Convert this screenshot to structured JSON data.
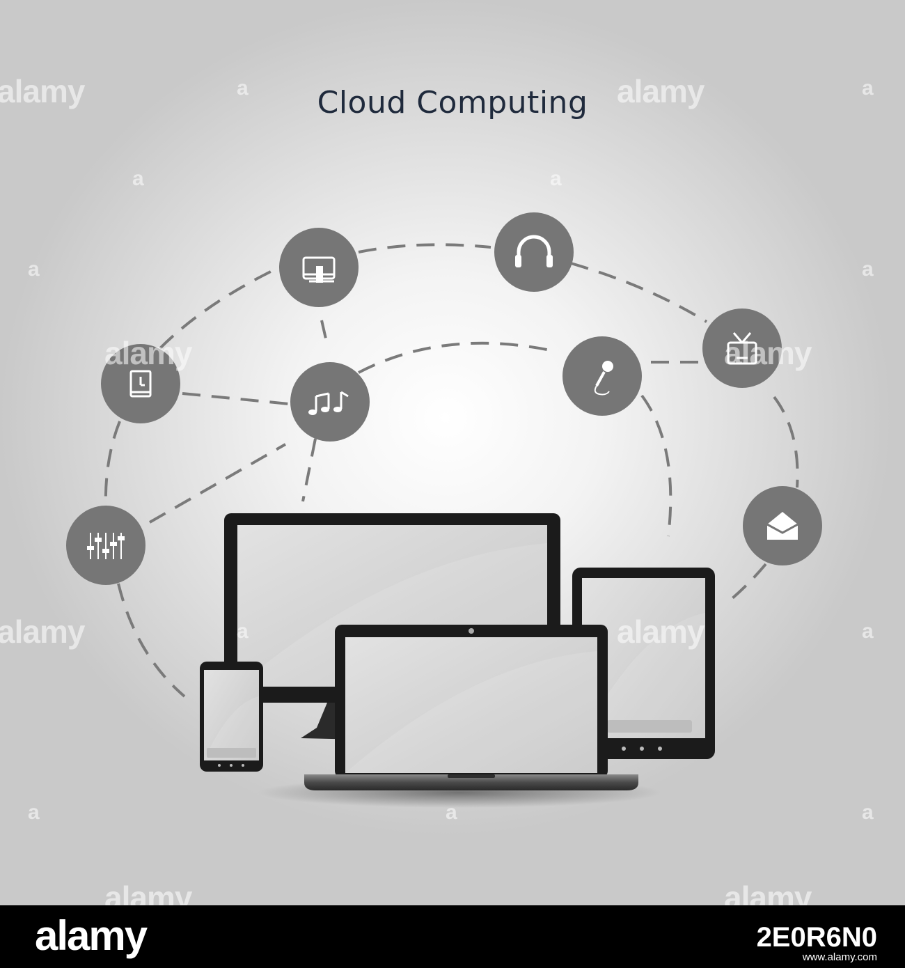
{
  "title": "Cloud Computing",
  "watermark": {
    "text": "alamy",
    "mark": "a"
  },
  "footer": {
    "logo": "alamy",
    "image_id": "2E0R6N0",
    "url": "www.alamy.com"
  },
  "colors": {
    "node": "#767676",
    "dash": "#7a7a7a",
    "device_body": "#1b1b1b",
    "screen": "#d6d6d6",
    "footer_bg": "#000000"
  },
  "nodes": [
    {
      "name": "projector-icon"
    },
    {
      "name": "headphones-icon"
    },
    {
      "name": "clock-icon"
    },
    {
      "name": "music-notes-icon"
    },
    {
      "name": "microphone-icon"
    },
    {
      "name": "tv-icon"
    },
    {
      "name": "equalizer-icon"
    },
    {
      "name": "mail-icon"
    }
  ]
}
